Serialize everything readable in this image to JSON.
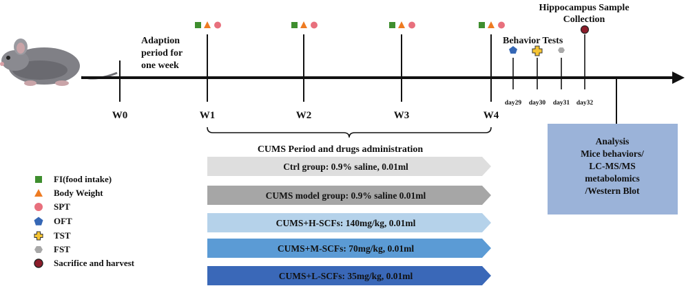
{
  "timeline": {
    "weeks": [
      "W0",
      "W1",
      "W2",
      "W3",
      "W4"
    ],
    "days": [
      "day29",
      "day30",
      "day31",
      "day32"
    ]
  },
  "labels": {
    "adaption": [
      "Adaption",
      "period for",
      "one week"
    ],
    "behavior_tests": "Behavior Tests",
    "hippocampus": [
      "Hippocampus Sample",
      "Collection"
    ],
    "cums_period": "CUMS Period and drugs administration",
    "analysis": [
      "Analysis",
      "Mice behaviors/",
      "LC-MS/MS",
      "metabolomics",
      "/Western Blot"
    ]
  },
  "groups": [
    {
      "label": "Ctrl group: 0.9% saline, 0.01ml",
      "color": "#dedede",
      "text_color": "#111111"
    },
    {
      "label": "CUMS model group: 0.9% saline 0.01ml",
      "color": "#a6a6a6",
      "text_color": "#111111"
    },
    {
      "label": "CUMS+H-SCFs: 140mg/kg, 0.01ml",
      "color": "#b5d2ea",
      "text_color": "#111111"
    },
    {
      "label": "CUMS+M-SCFs: 70mg/kg, 0.01ml",
      "color": "#5b9bd5",
      "text_color": "#111111"
    },
    {
      "label": "CUMS+L-SCFs: 35mg/kg, 0.01ml",
      "color": "#3a68b8",
      "text_color": "#111111"
    }
  ],
  "legend": [
    {
      "icon": "green-square-icon",
      "label": "FI(food intake)",
      "color": "#3e8e2e"
    },
    {
      "icon": "orange-triangle-icon",
      "label": "Body Weight",
      "color": "#ee7b22"
    },
    {
      "icon": "pink-circle-icon",
      "label": "SPT",
      "color": "#e8707d"
    },
    {
      "icon": "blue-pentagon-icon",
      "label": "OFT",
      "color": "#3567b5"
    },
    {
      "icon": "yellow-cross-icon",
      "label": "TST",
      "color": "#f5c433"
    },
    {
      "icon": "gray-hexagon-icon",
      "label": "FST",
      "color": "#a8a8a8"
    },
    {
      "icon": "dark-red-circle-icon",
      "label": "Sacrifice and harvest",
      "color": "#8c1c2a"
    }
  ],
  "colors": {
    "axis": "#111111",
    "analysis_box": "#9bb3d9",
    "mouse": "#7f7f84"
  }
}
